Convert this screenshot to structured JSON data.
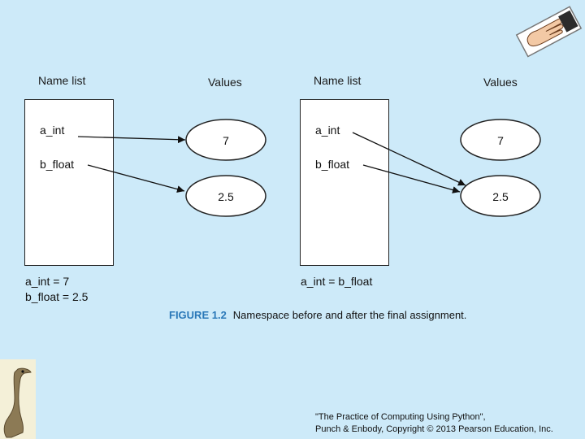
{
  "left_panel": {
    "names_header": "Name list",
    "values_header": "Values",
    "names": [
      "a_int",
      "b_float"
    ],
    "values": [
      "7",
      "2.5"
    ],
    "caption_lines": [
      "a_int = 7",
      "b_float = 2.5"
    ]
  },
  "right_panel": {
    "names_header": "Name list",
    "values_header": "Values",
    "names": [
      "a_int",
      "b_float"
    ],
    "values": [
      "7",
      "2.5"
    ],
    "caption_lines": [
      "a_int = b_float"
    ]
  },
  "figure": {
    "label": "FIGURE 1.2",
    "caption": "Namespace before and after the final assignment."
  },
  "credit": {
    "line1": "\"The Practice of Computing Using Python\",",
    "line2": "Punch & Enbody, Copyright © 2013 Pearson Education, Inc."
  },
  "icons": {
    "corner": "pointing-hand-icon",
    "bottom_left": "ostrich-icon"
  },
  "colors": {
    "background": "#cdeaf9",
    "figure_label": "#2a78b8"
  }
}
